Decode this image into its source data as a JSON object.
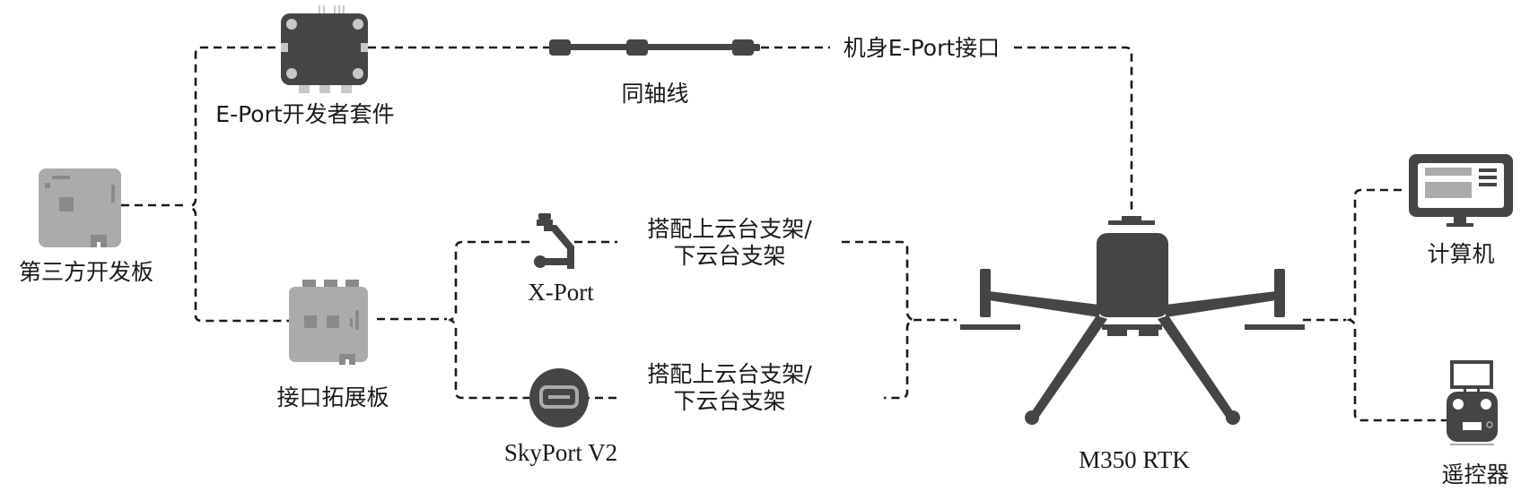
{
  "diagram": {
    "title": "M350 RTK payload development connection diagram",
    "nodes": {
      "third_party_board": {
        "label": "第三方开发板",
        "icon": "dev-board-icon"
      },
      "eport_kit": {
        "label": "E-Port开发者套件",
        "icon": "eport-kit-icon"
      },
      "coax_cable": {
        "label": "同轴线",
        "icon": "coaxial-cable-icon"
      },
      "expansion_board": {
        "label": "接口拓展板",
        "icon": "expansion-board-icon"
      },
      "xport": {
        "label": "X-Port",
        "icon": "xport-gimbal-icon"
      },
      "skyport": {
        "label": "SkyPort V2",
        "icon": "skyport-connector-icon"
      },
      "drone": {
        "label": "M350 RTK",
        "icon": "drone-icon"
      },
      "computer": {
        "label": "计算机",
        "icon": "computer-monitor-icon"
      },
      "remote": {
        "label": "遥控器",
        "icon": "remote-controller-icon"
      }
    },
    "edge_labels": {
      "eport_interface": "机身E-Port接口",
      "xport_mount_line1": "搭配上云台支架/",
      "xport_mount_line2": "下云台支架",
      "skyport_mount_line1": "搭配上云台支架/",
      "skyport_mount_line2": "下云台支架"
    },
    "colors": {
      "icon_dark": "#454545",
      "icon_light": "#ababab",
      "line": "#1a1a1a",
      "background": "#ffffff"
    }
  }
}
